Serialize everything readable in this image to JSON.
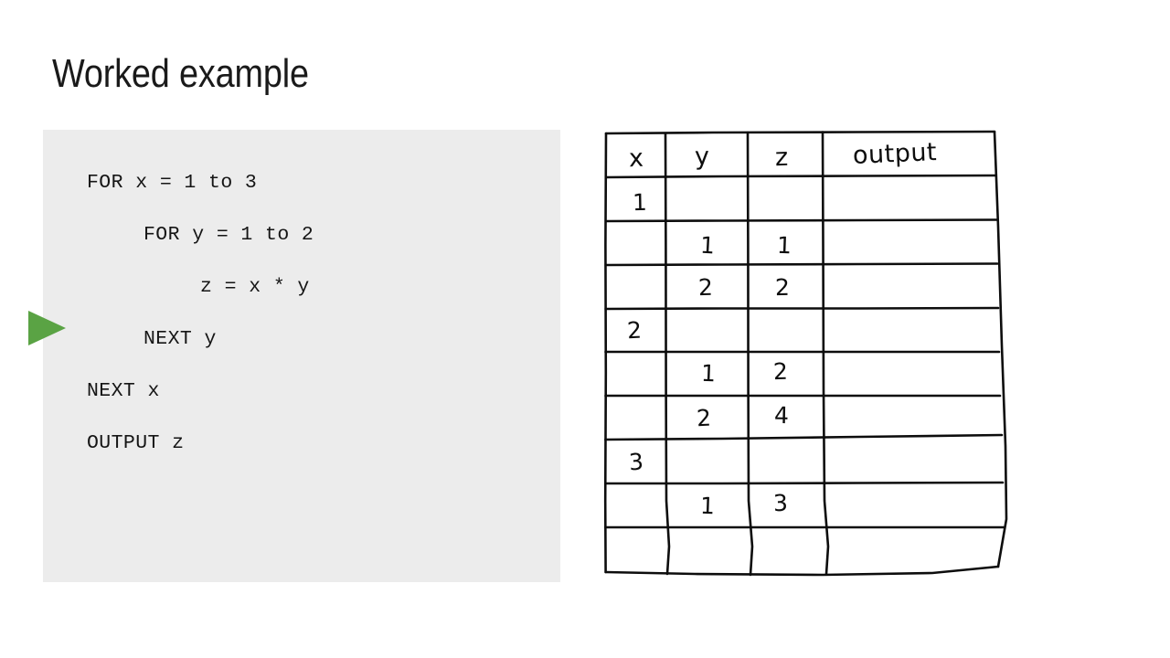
{
  "slide": {
    "title": "Worked example",
    "background_color": "#ffffff"
  },
  "code_panel": {
    "background_color": "#ececec",
    "language": "pseudocode",
    "lines": [
      {
        "text": "FOR x = 1 to 3",
        "indent": 0
      },
      {
        "text": "FOR y = 1 to 2",
        "indent": 1
      },
      {
        "text": "z = x * y",
        "indent": 2
      },
      {
        "text": "NEXT y",
        "indent": 1
      },
      {
        "text": "NEXT x",
        "indent": 0
      },
      {
        "text": "OUTPUT z",
        "indent": 0
      }
    ]
  },
  "pointer": {
    "name": "current-line-pointer",
    "color": "#5aa344",
    "points_to_line": "NEXT y"
  },
  "trace_table": {
    "style": "hand-drawn",
    "ink_color": "#0d0d0d",
    "headers": [
      "x",
      "y",
      "z",
      "output"
    ],
    "rows": [
      {
        "x": "1",
        "y": "",
        "z": "",
        "output": ""
      },
      {
        "x": "",
        "y": "1",
        "z": "1",
        "output": ""
      },
      {
        "x": "",
        "y": "2",
        "z": "2",
        "output": ""
      },
      {
        "x": "2",
        "y": "",
        "z": "",
        "output": ""
      },
      {
        "x": "",
        "y": "1",
        "z": "2",
        "output": ""
      },
      {
        "x": "",
        "y": "2",
        "z": "4",
        "output": ""
      },
      {
        "x": "3",
        "y": "",
        "z": "",
        "output": ""
      },
      {
        "x": "",
        "y": "1",
        "z": "3",
        "output": ""
      },
      {
        "x": "",
        "y": "",
        "z": "",
        "output": ""
      }
    ]
  }
}
